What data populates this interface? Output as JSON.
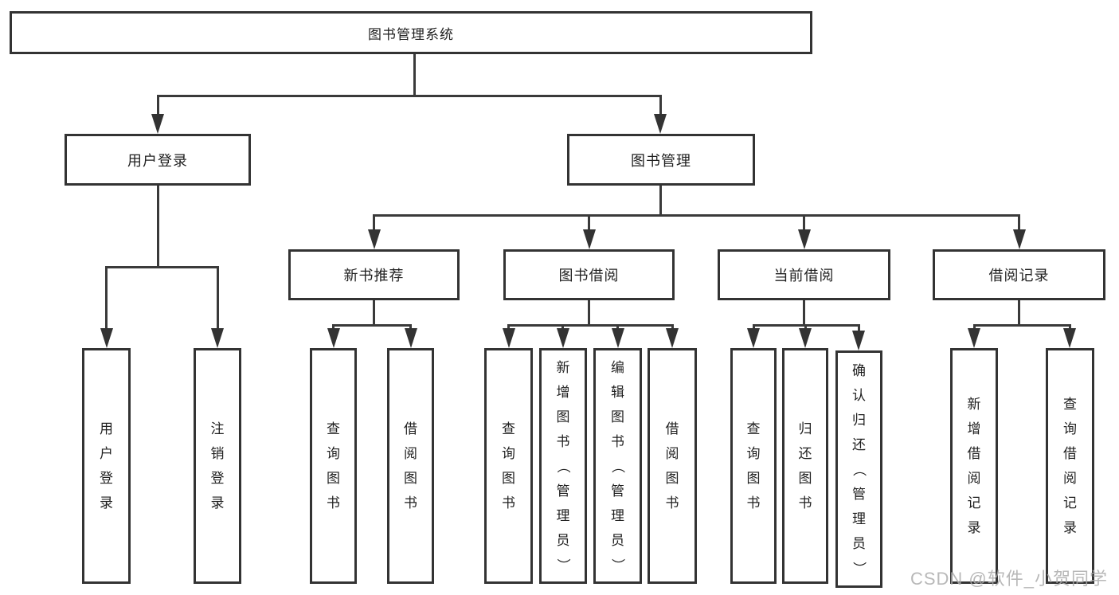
{
  "diagram": {
    "title": "图书管理系统",
    "level2": [
      {
        "label": "用户登录"
      },
      {
        "label": "图书管理"
      }
    ],
    "level3": [
      {
        "label": "新书推荐"
      },
      {
        "label": "图书借阅"
      },
      {
        "label": "当前借阅"
      },
      {
        "label": "借阅记录"
      }
    ],
    "leaves": [
      "用户登录",
      "注销登录",
      "查询图书",
      "借阅图书",
      "查询图书",
      "新增图书（管理员）",
      "编辑图书（管理员）",
      "借阅图书",
      "查询图书",
      "归还图书",
      "确认归还（管理员）",
      "新增借阅记录",
      "查询借阅记录"
    ],
    "colors": {
      "line": "#3a3a3a",
      "border": "#333333",
      "text": "#1f1f1f",
      "watermark": "#acacac"
    },
    "watermark": "CSDN @软件_小贺同学"
  }
}
